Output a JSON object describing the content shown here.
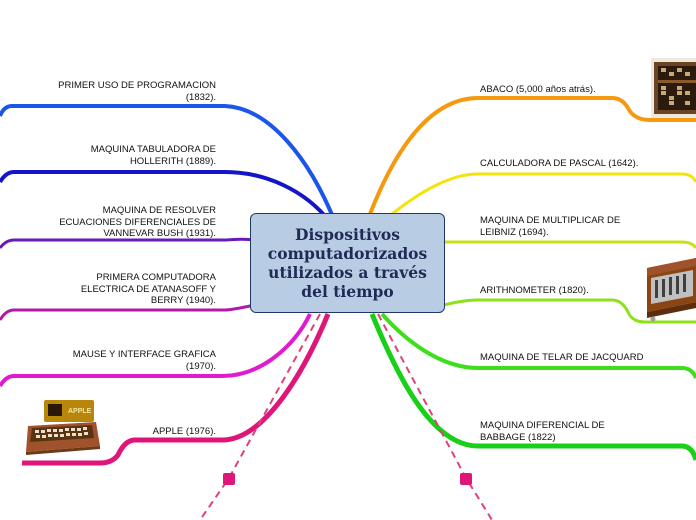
{
  "central_topic": "Dispositivos computadorizados utilizados a través del tiempo",
  "left_branches": [
    {
      "label": "PRIMER USO DE PROGRAMACION (1832).",
      "color": "#1a56e8"
    },
    {
      "label": "MAQUINA TABULADORA DE HOLLERITH (1889).",
      "color": "#1515c8"
    },
    {
      "label": "MAQUINA DE RESOLVER ECUACIONES DIFERENCIALES DE VANNEVAR BUSH (1931).",
      "color": "#6a1ab8"
    },
    {
      "label": "PRIMERA COMPUTADORA ELECTRICA DE ATANASOFF Y BERRY (1940).",
      "color": "#b01aa8"
    },
    {
      "label": "MAUSE Y INTERFACE GRAFICA (1970).",
      "color": "#e01ad0"
    },
    {
      "label": "APPLE (1976).",
      "color": "#e0157a"
    }
  ],
  "right_branches": [
    {
      "label": "ABACO (5,000 años atrás).",
      "color": "#f59a0e"
    },
    {
      "label": "CALCULADORA DE PASCAL (1642).",
      "color": "#f2e40c"
    },
    {
      "label": "MAQUINA DE MULTIPLICAR DE LEIBNIZ (1694).",
      "color": "#c8e015"
    },
    {
      "label": "ARITHNOMETER (1820).",
      "color": "#8ee01a"
    },
    {
      "label": "MAQUINA DE TELAR DE JACQUARD",
      "color": "#3ede1a"
    },
    {
      "label": "MAQUINA DIFERENCIAL DE BABBAGE (1822)",
      "color": "#18d018"
    }
  ],
  "dashed_connector_color": "#e0407a",
  "images": [
    "apple-computer-image",
    "abacus-image",
    "arithmometer-image"
  ]
}
